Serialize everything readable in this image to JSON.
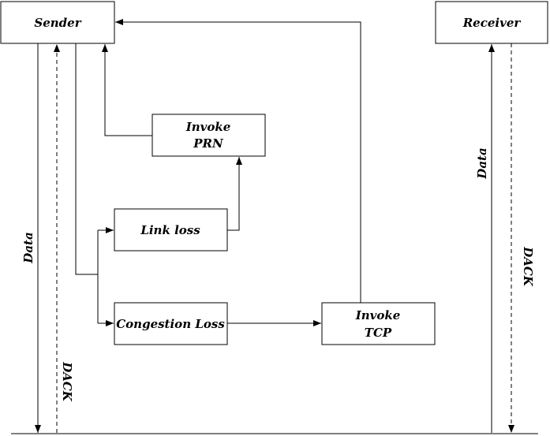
{
  "nodes": {
    "sender": "Sender",
    "receiver": "Receiver",
    "invoke_prn_line1": "Invoke",
    "invoke_prn_line2": "PRN",
    "link_loss": "Link loss",
    "congestion_loss": "Congestion Loss",
    "invoke_tcp_line1": "Invoke",
    "invoke_tcp_line2": "TCP"
  },
  "edge_labels": {
    "sender_data": "Data",
    "sender_dack": "DACK",
    "receiver_data": "Data",
    "receiver_dack": "DACK"
  }
}
